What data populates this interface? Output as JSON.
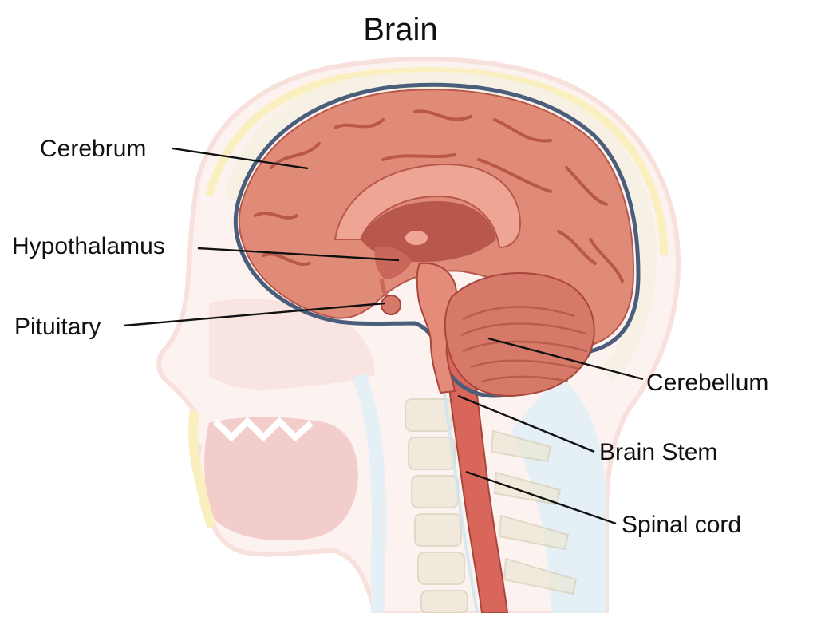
{
  "title": "Brain",
  "labels": {
    "cerebrum": "Cerebrum",
    "hypothalamus": "Hypothalamus",
    "pituitary": "Pituitary",
    "cerebellum": "Cerebellum",
    "brain_stem": "Brain Stem",
    "spinal_cord": "Spinal cord"
  },
  "colors": {
    "skin_outline": "#f3c7c3",
    "head_fill": "#fbe9e5",
    "skull_bone": "#efe6cf",
    "dura": "#4a5d7a",
    "cerebrum": "#e08a78",
    "cerebrum_dark": "#b9584a",
    "deep_structures": "#b8584c",
    "cerebellum": "#d77968",
    "brain_stem": "#e58b7a",
    "spinal_cord": "#d9665a",
    "csf_blue": "#cfe3ef",
    "fat_yellow": "#f6e28a",
    "mouth": "#e9a5a3",
    "vertebra": "#ece7d6"
  }
}
